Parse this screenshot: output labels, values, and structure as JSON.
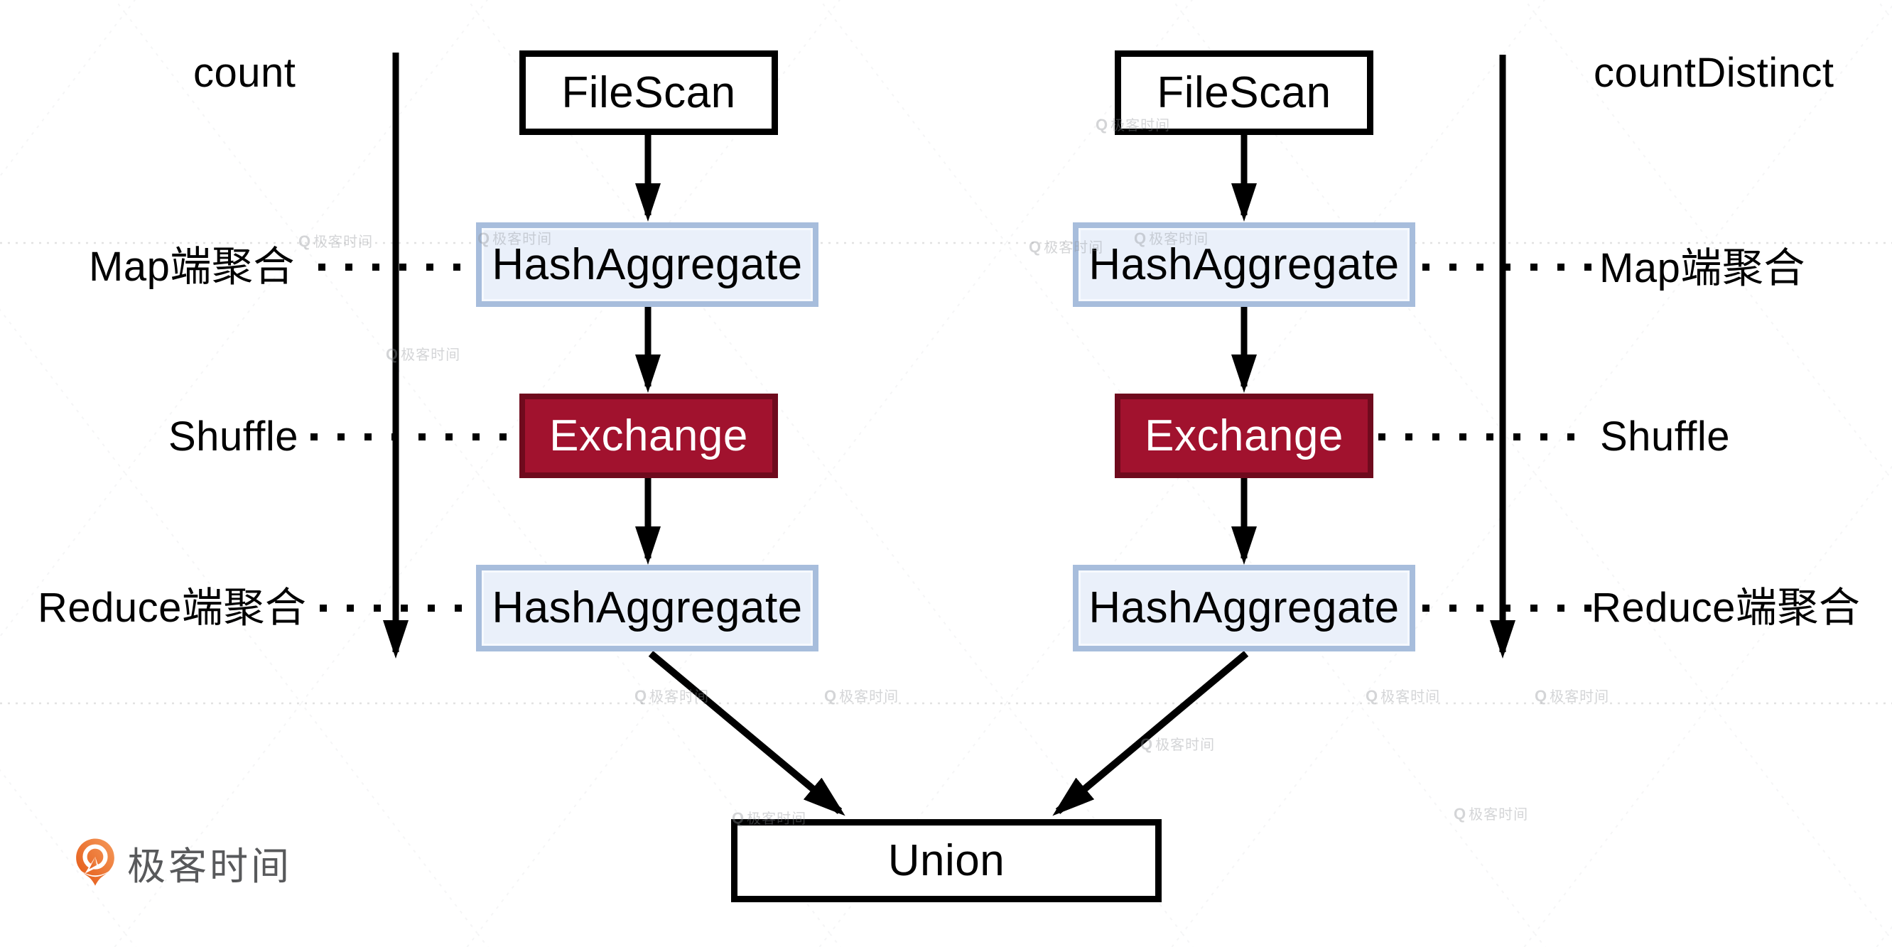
{
  "header_labels": {
    "left_query": "count",
    "right_query": "countDistinct"
  },
  "left_plan": {
    "filescan": "FileScan",
    "hashagg_map": "HashAggregate",
    "exchange": "Exchange",
    "hashagg_reduce": "HashAggregate"
  },
  "right_plan": {
    "filescan": "FileScan",
    "hashagg_map": "HashAggregate",
    "exchange": "Exchange",
    "hashagg_reduce": "HashAggregate"
  },
  "union_label": "Union",
  "stage_labels": {
    "map_left": "Map端聚合",
    "map_right": "Map端聚合",
    "shuffle_left": "Shuffle",
    "shuffle_right": "Shuffle",
    "reduce_left": "Reduce端聚合",
    "reduce_right": "Reduce端聚合"
  },
  "watermark": {
    "icon": "Q",
    "label": "极客时间"
  },
  "logo": {
    "label": "极客时间"
  },
  "colors": {
    "node_border": "#000000",
    "hashagg_fill": "#EAF0FA",
    "hashagg_border": "#A7BDDC",
    "exchange_fill": "#A1122E",
    "exchange_border": "#6F0A1D",
    "arrow": "#000000",
    "logo_orange": "#EC6328",
    "logo_text": "#58595B"
  }
}
